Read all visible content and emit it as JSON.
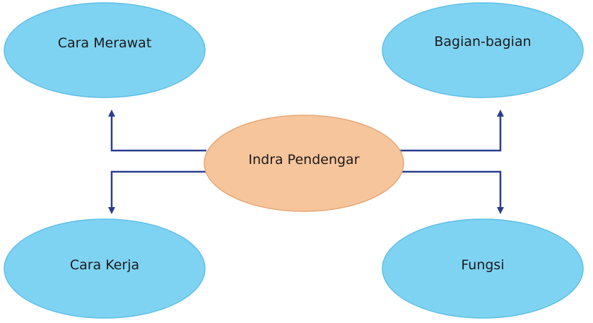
{
  "center": {
    "label": "Indra Pendengar",
    "fill": "#F7C59C",
    "stroke": "#E6A878"
  },
  "nodes": {
    "top_left": {
      "label": "Cara Merawat"
    },
    "top_right": {
      "label": "Bagian-bagian"
    },
    "bottom_left": {
      "label": "Cara Kerja"
    },
    "bottom_right": {
      "label": "Fungsi"
    }
  },
  "colors": {
    "node_fill": "#7FD3F2",
    "node_stroke": "#5FBFE6",
    "arrow": "#2B3D8F"
  }
}
